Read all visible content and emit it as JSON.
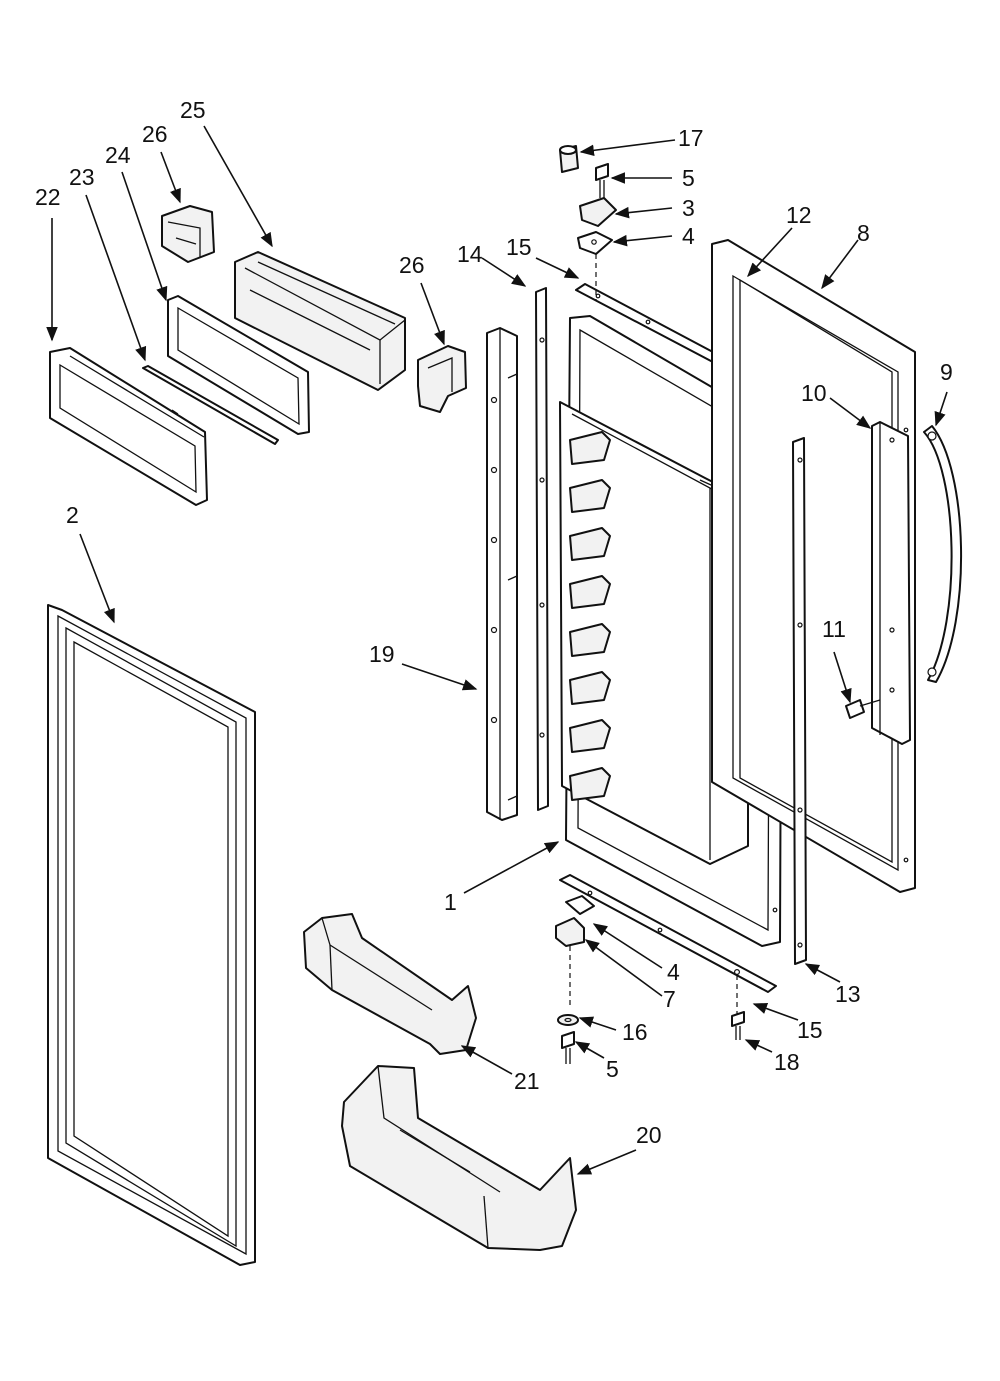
{
  "diagram": {
    "callouts": {
      "c1": "1",
      "c2": "2",
      "c3": "3",
      "c4_top": "4",
      "c4_bottom": "4",
      "c5_top": "5",
      "c5_bottom": "5",
      "c7": "7",
      "c8": "8",
      "c9": "9",
      "c10": "10",
      "c11": "11",
      "c12": "12",
      "c13": "13",
      "c14": "14",
      "c15_top": "15",
      "c15_bottom": "15",
      "c16": "16",
      "c17": "17",
      "c18": "18",
      "c19": "19",
      "c20": "20",
      "c21": "21",
      "c22": "22",
      "c23": "23",
      "c24": "24",
      "c25": "25",
      "c26_left": "26",
      "c26_right": "26"
    }
  }
}
